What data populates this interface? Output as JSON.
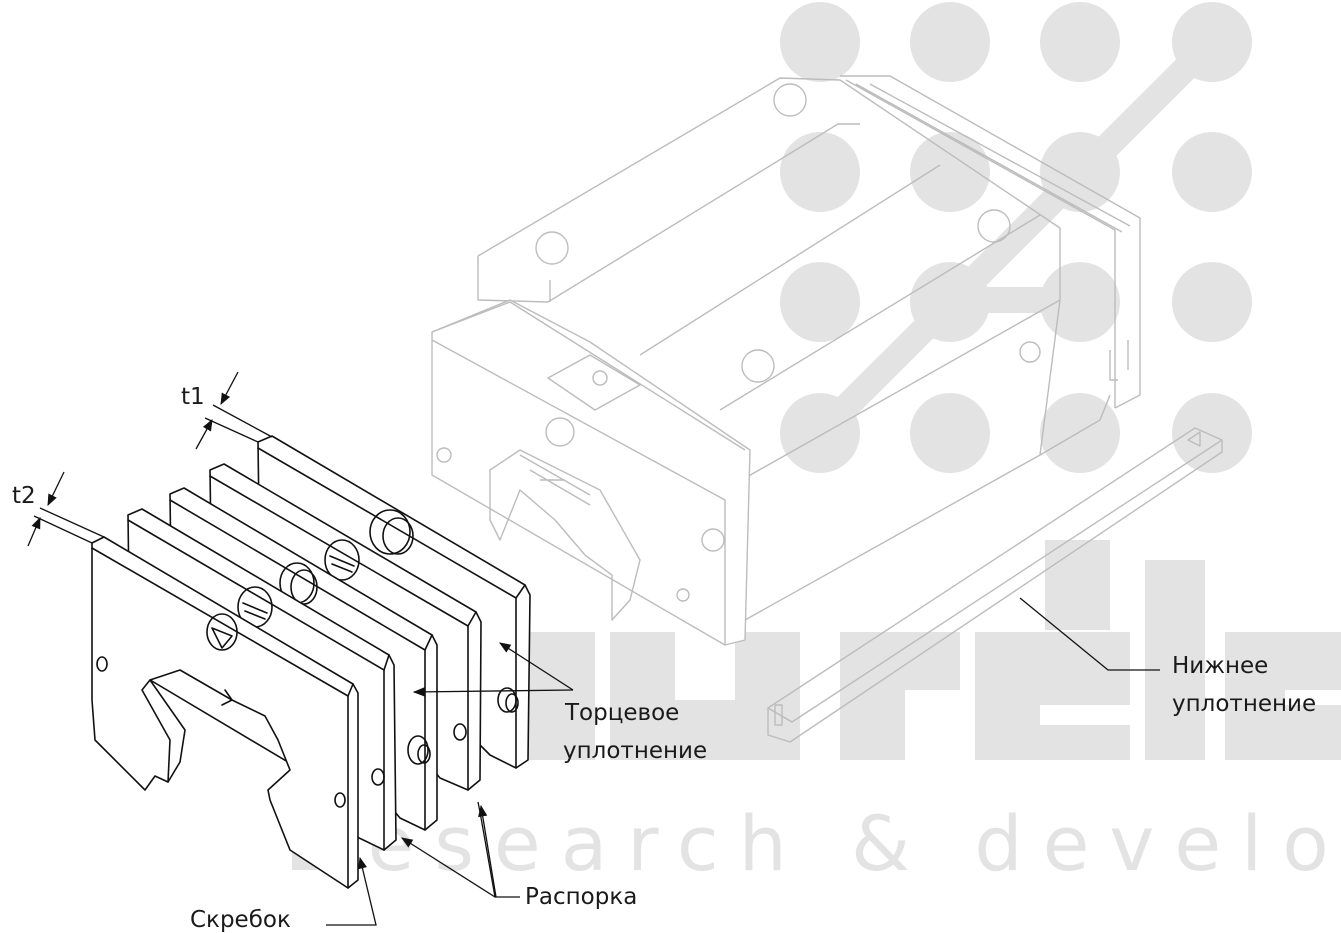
{
  "labels": {
    "t1": "t1",
    "t2": "t2",
    "end_seal": [
      "Торцевое",
      "уплотнение"
    ],
    "bottom_seal": [
      "Нижнее",
      "уплотнение"
    ],
    "spacer": "Распорка",
    "scraper": "Скребок"
  },
  "watermark": {
    "tagline": "research & development"
  },
  "colors": {
    "line": "#111111",
    "faint_line": "#bcbcbc",
    "watermark": "#e3e3e3"
  },
  "icons": {
    "watermark_logo": "dot-grid-network-logo"
  }
}
